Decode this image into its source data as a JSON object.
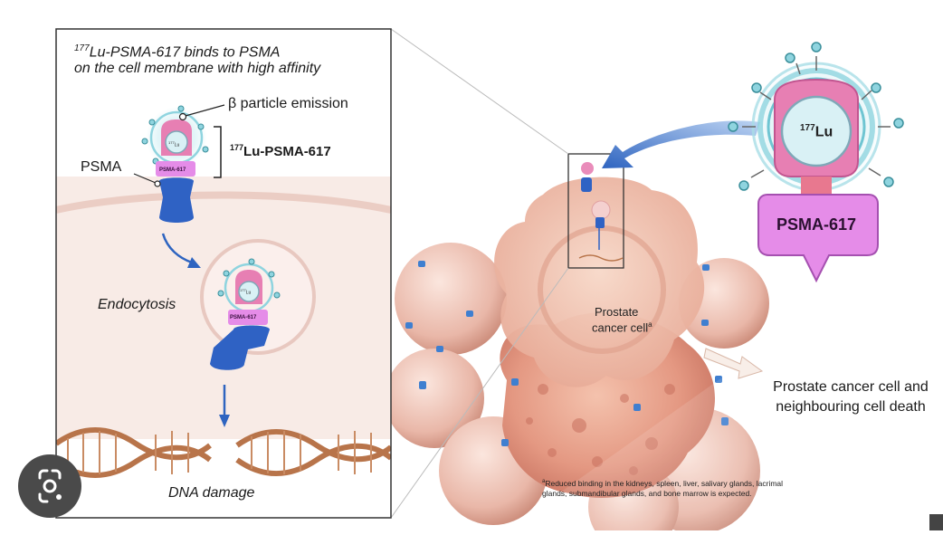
{
  "left_panel": {
    "caption_line1": "Lu-PSMA-617 binds to PSMA",
    "caption_line1_superscript": "177",
    "caption_line2": "on the cell membrane with high affinity",
    "beta_label": "β particle emission",
    "compound_label": "Lu-PSMA-617",
    "compound_label_superscript": "177",
    "psma_label": "PSMA",
    "small_lu_label": "Lu",
    "small_lu_superscript": "177",
    "small_psma_tag": "PSMA-617",
    "endocytosis_label": "Endocytosis",
    "dna_label": "DNA damage"
  },
  "right_panel": {
    "prostate_cell_line1": "Prostate",
    "prostate_cell_line2": "cancer cell",
    "prostate_cell_superscript": "a",
    "death_label": "Prostate cancer cell and neighbouring cell death",
    "footnote_marker": "a",
    "footnote": "Reduced binding in the kidneys, spleen, liver, salivary glands, lacrimal glands, submandibular glands, and bone marrow is expected.",
    "big_lu_label": "Lu",
    "big_lu_superscript": "177",
    "big_psma_label": "PSMA-617"
  },
  "colors": {
    "panel_border": "#333333",
    "cell_background": "#f6e6e0",
    "membrane": "#e9c9c0",
    "psma_blue": "#2f62c4",
    "ligand_pink": "#e77fb3",
    "lu_cyan": "#6fc5d2",
    "psma617_violet": "#e58ce8",
    "dna_brown": "#b8744a",
    "arrow_blue": "#2e64c0",
    "tumor_salmon": "#e8a08e"
  },
  "icons": [
    "google-lens-icon"
  ]
}
